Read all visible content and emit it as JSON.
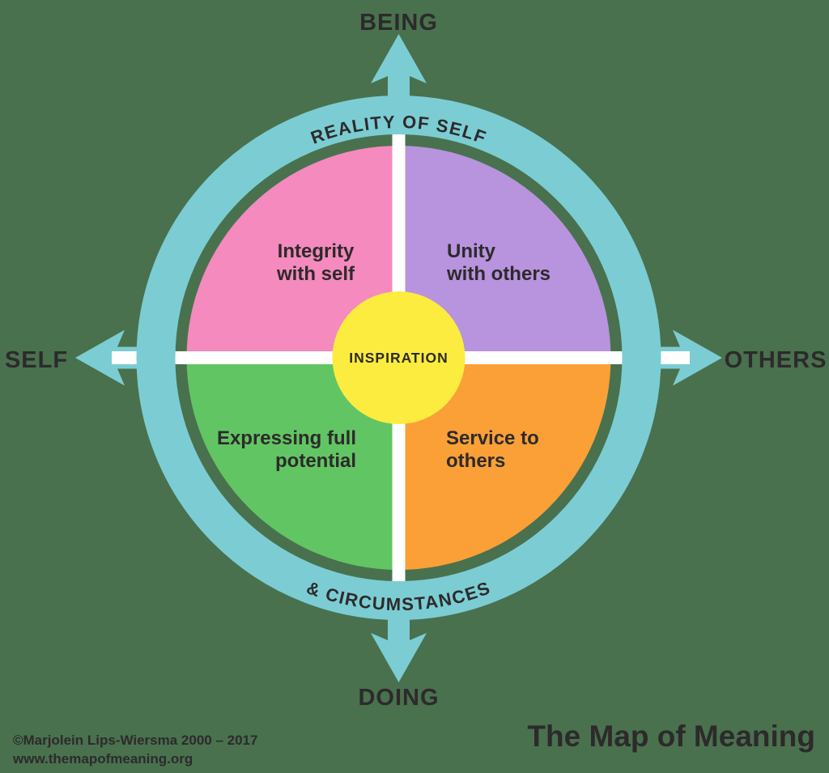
{
  "title": "The Map of Meaning",
  "credit": {
    "line1": "©Marjolein Lips-Wiersma 2000 – 2017",
    "line2": "www.themapofmeaning.org"
  },
  "axes": {
    "top": "BEING",
    "bottom": "DOING",
    "left": "SELF",
    "right": "OTHERS"
  },
  "ring": {
    "top_label": "REALITY OF SELF",
    "bottom_label": "& CIRCUMSTANCES"
  },
  "center": {
    "label": "INSPIRATION"
  },
  "quadrants": [
    {
      "position": "top-left",
      "line1": "Integrity",
      "line2": "with self",
      "color": "#F48ABD"
    },
    {
      "position": "top-right",
      "line1": "Unity",
      "line2": "with others",
      "color": "#B893DE"
    },
    {
      "position": "bottom-left",
      "line1": "Expressing full",
      "line2": "potential",
      "color": "#62C563"
    },
    {
      "position": "bottom-right",
      "line1": "Service to",
      "line2": "others",
      "color": "#FAA037"
    }
  ],
  "colors": {
    "background": "#49714E",
    "ring": "#7BCDD3",
    "arrows": "#7BCDD3",
    "divider": "#FFFFFF",
    "center_circle": "#FCEC3F",
    "text": "#2D2A2B"
  }
}
